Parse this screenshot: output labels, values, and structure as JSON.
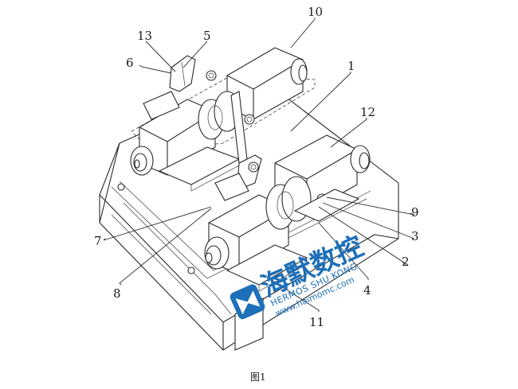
{
  "figure": {
    "caption": "图1",
    "callouts": {
      "c1": "1",
      "c2": "2",
      "c3": "3",
      "c4": "4",
      "c5": "5",
      "c6": "6",
      "c7": "7",
      "c8": "8",
      "c9": "9",
      "c10": "10",
      "c11": "11",
      "c12": "12",
      "c13": "13"
    }
  },
  "watermark": {
    "brand_cn": "海默数控",
    "brand_en": "HERMOS SHU KONG",
    "url": "www.haimomc.com",
    "color": "#1d6fb8"
  }
}
